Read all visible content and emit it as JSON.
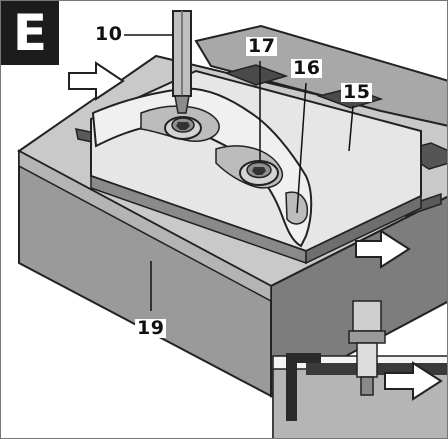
{
  "figure": {
    "step_letter": "E",
    "callouts": {
      "c10": "10",
      "c17": "17",
      "c16": "16",
      "c15": "15",
      "c19": "19"
    }
  },
  "colors": {
    "badge_background": "#1c1c1c",
    "base_front": "#9a9a9a",
    "base_top": "#c9c9c9",
    "plate": "#e6e6e6",
    "shadow": "#6e6e6e",
    "arrow_fill": "#ffffff"
  },
  "icons": [
    "push-arrow-icon",
    "push-arrow-icon",
    "push-arrow-icon",
    "hex-key-icon"
  ]
}
